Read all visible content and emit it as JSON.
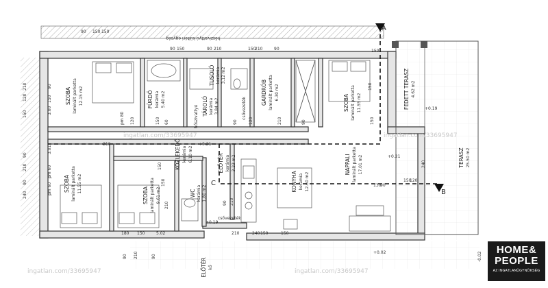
{
  "rooms": [
    {
      "name": "SZOBA",
      "floor": "laminált parketta",
      "area": "12.15 m2"
    },
    {
      "name": "FÜRDŐ",
      "floor": "kerámia",
      "area": "5.40 m2"
    },
    {
      "name": "TUSOLÓ",
      "floor": "kerámia",
      "area": "3.12 m2"
    },
    {
      "name": "TÁROLÓ",
      "floor": "kerámia",
      "area": "3.84 m2"
    },
    {
      "name": "GARDRÓB",
      "floor": "laminált parketta",
      "area": "6.30 m2"
    },
    {
      "name": "SZOBA",
      "floor": "laminált parketta",
      "area": "11.55 m2"
    },
    {
      "name": "FEDETT TERASZ",
      "floor": "",
      "area": "4.62 m2"
    },
    {
      "name": "TERASZ",
      "floor": "",
      "area": "25.50 m2"
    },
    {
      "name": "KÖZLEKEDŐ",
      "floor": "kerámia",
      "area": "6.10 m2"
    },
    {
      "name": "ELŐTÉR",
      "floor": "kerámia",
      "area": "3.23 m2"
    },
    {
      "name": "NAPPALI",
      "floor": "laminált parketta",
      "area": "17.01 m2"
    },
    {
      "name": "KONYHA",
      "floor": "kerámia",
      "area": "12.60 m2"
    },
    {
      "name": "SZOBA",
      "floor": "laminált parketta",
      "area": "11.55 m2"
    },
    {
      "name": "SZOBA",
      "floor": "laminált parketta",
      "area": "9.61 m2"
    },
    {
      "name": "WC",
      "floor": "kerámia",
      "area": "1.80 m2"
    }
  ],
  "annotations": {
    "hoszivattyu": "hőszivattyú",
    "csovezetek": "csővezeték",
    "hoszivattyu_kulteri": "hőszivattyú kültéri egység",
    "eloter_out": "ELŐTÉR",
    "eloter_out_floor": "kő"
  },
  "section_marks": {
    "a": "A",
    "b": "B",
    "c": "C"
  },
  "levels": [
    "+0.19",
    "+0.21",
    "+0.19",
    "+0.21",
    "-0.02",
    "+0.02"
  ],
  "dimensions": [
    "90",
    "150",
    "150",
    "90",
    "150",
    "90",
    "210",
    "150",
    "210",
    "90",
    "210",
    "120",
    "150",
    "90",
    "210",
    "90",
    "240",
    "90",
    "150",
    "3.00",
    "3.01",
    "pm 60",
    "pm 60",
    "pm 80",
    "120",
    "150",
    "60",
    "90",
    "120",
    "90",
    "210",
    "150",
    "210",
    "150",
    "180",
    "150",
    "5.02",
    "90",
    "210",
    "90",
    "210",
    "240",
    "150",
    "150",
    "150",
    "150",
    "150",
    "150",
    "120",
    "130",
    "90",
    "210",
    "90",
    "210",
    "240"
  ],
  "watermarks": [
    "ingatlan.com/33695947",
    "ingatlan.com/33695947",
    "ingatlan.com/33695947",
    "ingatlan.com/33695947"
  ],
  "logo": {
    "line1": "HOME&",
    "line2": "PEOPLE",
    "tagline": "AZ INGATLANÜGYNÖKSÉG"
  }
}
